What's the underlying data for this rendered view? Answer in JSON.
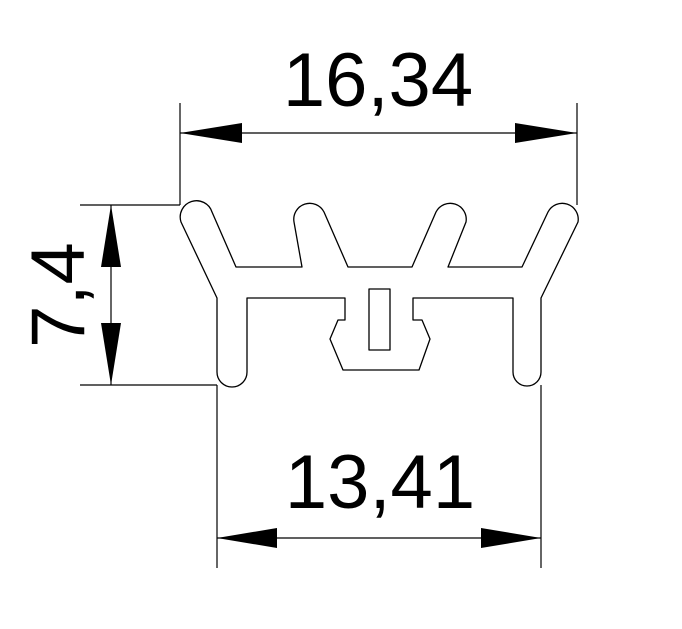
{
  "dimensions": {
    "top_width": "16,34",
    "bottom_width": "13,41",
    "height": "7,4"
  },
  "colors": {
    "line": "#000000",
    "background": "#ffffff"
  }
}
